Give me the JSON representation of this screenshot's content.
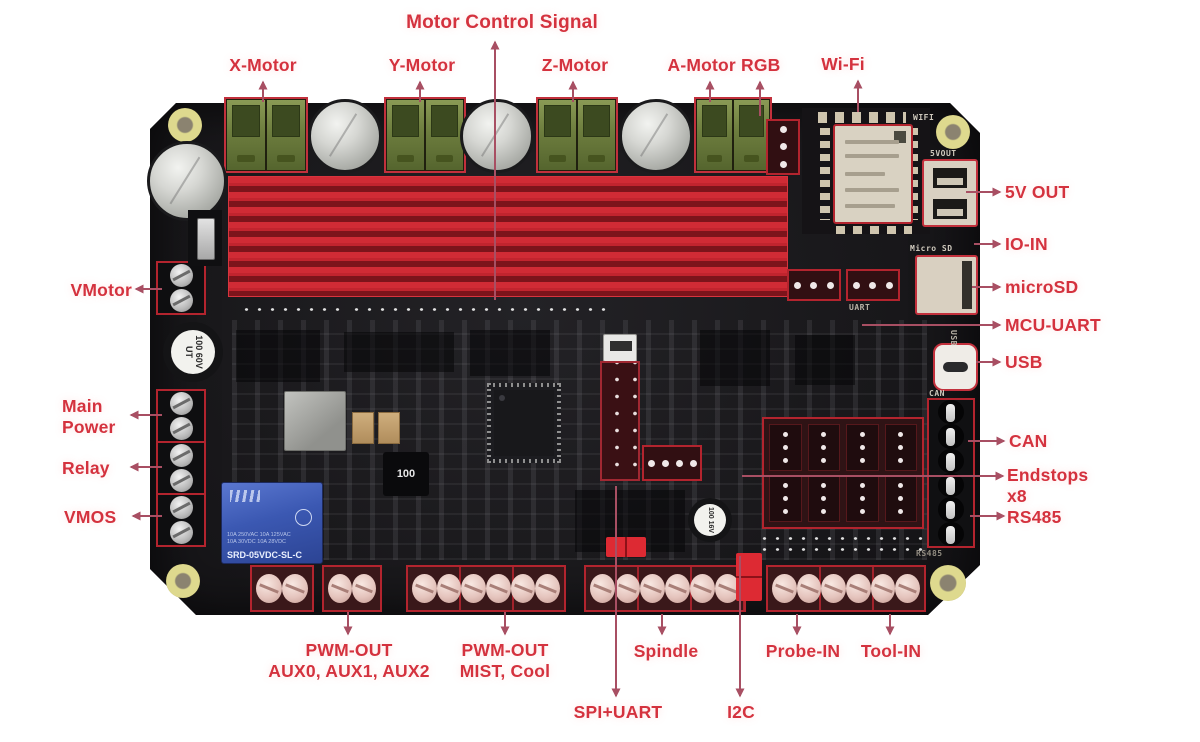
{
  "colors": {
    "label_text": "#d4323e",
    "arrow": "#a84f63",
    "highlight_box": "#c2303c",
    "pcb": "#1a191c",
    "heatsink_red": "#c1242e",
    "motor_terminal_green": "#6d7d3e",
    "relay_blue": "#3b58b2",
    "module_beige": "#d9d2c2",
    "mount_hole_gold": "#ded98e",
    "background": "#ffffff"
  },
  "callouts": {
    "motor_control_signal": {
      "label": "Motor Control Signal"
    },
    "x_motor": {
      "label": "X-Motor"
    },
    "y_motor": {
      "label": "Y-Motor"
    },
    "z_motor": {
      "label": "Z-Motor"
    },
    "a_motor_rgb": {
      "label": "A-Motor RGB"
    },
    "wifi": {
      "label": "Wi-Fi"
    },
    "v5_out": {
      "label": "5V OUT"
    },
    "io_in": {
      "label": "IO-IN"
    },
    "microsd": {
      "label": "microSD"
    },
    "mcu_uart": {
      "label": "MCU-UART"
    },
    "usb": {
      "label": "USB"
    },
    "can": {
      "label": "CAN"
    },
    "endstops": {
      "label": "Endstops",
      "sublabel": "x8"
    },
    "rs485": {
      "label": "RS485"
    },
    "vmotor": {
      "label": "VMotor"
    },
    "main_power": {
      "label_line1": "Main",
      "label_line2": "Power"
    },
    "relay": {
      "label": "Relay"
    },
    "vmos": {
      "label": "VMOS"
    },
    "pwm_out_aux": {
      "label_line1": "PWM-OUT",
      "label_line2": "AUX0, AUX1, AUX2"
    },
    "pwm_out_mist": {
      "label_line1": "PWM-OUT",
      "label_line2": "MIST, Cool"
    },
    "spindle": {
      "label": "Spindle"
    },
    "probe_in": {
      "label": "Probe-IN"
    },
    "tool_in": {
      "label": "Tool-IN"
    },
    "spi_uart": {
      "label": "SPI+UART"
    },
    "i2c": {
      "label": "I2C"
    }
  },
  "board": {
    "silkscreen": {
      "wifi": "WIFI",
      "v5out": "5VOUT",
      "microsd": "Micro SD",
      "uart": "UART",
      "usb": "USB",
      "can": "CAN",
      "rs485": "RS485"
    },
    "markings": {
      "inductor": "100",
      "capacitor_main": "100 60V UT",
      "capacitor_small": "100 16V"
    },
    "relay": {
      "model": "SRD-05VDC-SL-C",
      "spec_line1": "10A 250VAC 10A 125VAC",
      "spec_line2": "10A 30VDC 10A 28VDC"
    }
  }
}
